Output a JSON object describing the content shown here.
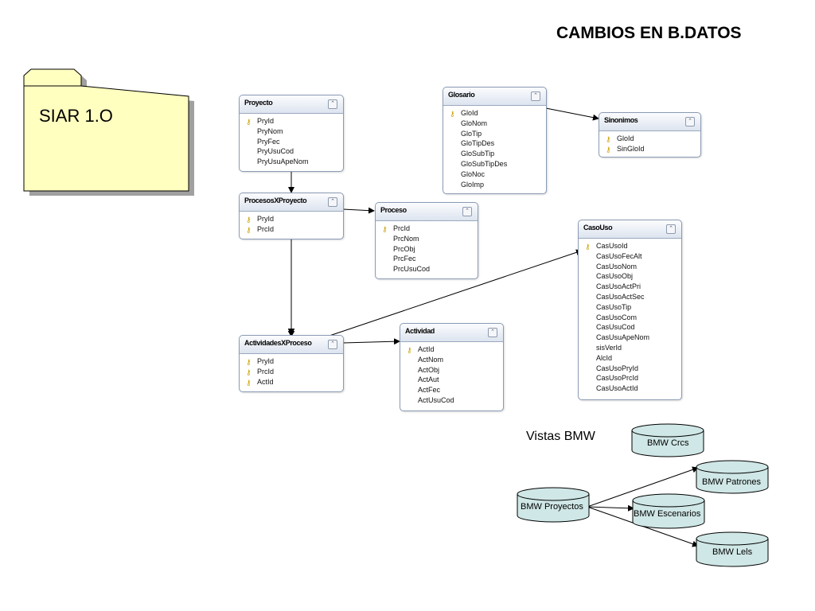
{
  "title": "CAMBIOS EN B.DATOS",
  "folder": {
    "label": "SIAR 1.O"
  },
  "entities": {
    "proyecto": {
      "name": "Proyecto",
      "fields": [
        "PryId",
        "PryNom",
        "PryFec",
        "PryUsuCod",
        "PryUsuApeNom"
      ],
      "keys": [
        true,
        false,
        false,
        false,
        false
      ]
    },
    "procesos_x_proyecto": {
      "name": "ProcesosXProyecto",
      "fields": [
        "PryId",
        "PrcId"
      ],
      "keys": [
        true,
        true
      ]
    },
    "proceso": {
      "name": "Proceso",
      "fields": [
        "PrcId",
        "PrcNom",
        "PrcObj",
        "PrcFec",
        "PrcUsuCod"
      ],
      "keys": [
        true,
        false,
        false,
        false,
        false
      ]
    },
    "glosario": {
      "name": "Glosario",
      "fields": [
        "GloId",
        "GloNom",
        "GloTip",
        "GloTipDes",
        "GloSubTip",
        "GloSubTipDes",
        "GloNoc",
        "GloImp"
      ],
      "keys": [
        true,
        false,
        false,
        false,
        false,
        false,
        false,
        false
      ]
    },
    "sinonimos": {
      "name": "Sinonimos",
      "fields": [
        "GloId",
        "SinGloId"
      ],
      "keys": [
        true,
        true
      ]
    },
    "caso_uso": {
      "name": "CasoUso",
      "fields": [
        "CasUsoId",
        "CasUsoFecAlt",
        "CasUsoNom",
        "CasUsoObj",
        "CasUsoActPri",
        "CasUsoActSec",
        "CasUsoTip",
        "CasUsoCom",
        "CasUsuCod",
        "CasUsuApeNom",
        "sisVerId",
        "AlcId",
        "CasUsoPryId",
        "CasUsoPrcId",
        "CasUsoActId"
      ],
      "keys": [
        true,
        false,
        false,
        false,
        false,
        false,
        false,
        false,
        false,
        false,
        false,
        false,
        false,
        false,
        false
      ]
    },
    "actividades_x_proceso": {
      "name": "ActividadesXProceso",
      "fields": [
        "PryId",
        "PrcId",
        "ActId"
      ],
      "keys": [
        true,
        true,
        true
      ]
    },
    "actividad": {
      "name": "Actividad",
      "fields": [
        "ActId",
        "ActNom",
        "ActObj",
        "ActAut",
        "ActFec",
        "ActUsuCod"
      ],
      "keys": [
        true,
        false,
        false,
        false,
        false,
        false
      ]
    }
  },
  "icons": {
    "key": "key-icon",
    "collapse": "double-chevron-up-icon"
  },
  "vistas_label": "Vistas BMW",
  "databases": {
    "crcs": "BMW Crcs",
    "patrones": "BMW Patrones",
    "proyectos": "BMW Proyectos",
    "escenarios": "BMW Escenarios",
    "lels": "BMW Lels"
  },
  "colors": {
    "folder": "#ffffc0",
    "folder_shadow": "#a0a0a0",
    "db_fill": "#cfe7e6",
    "entity_border": "#8a9bb4"
  }
}
